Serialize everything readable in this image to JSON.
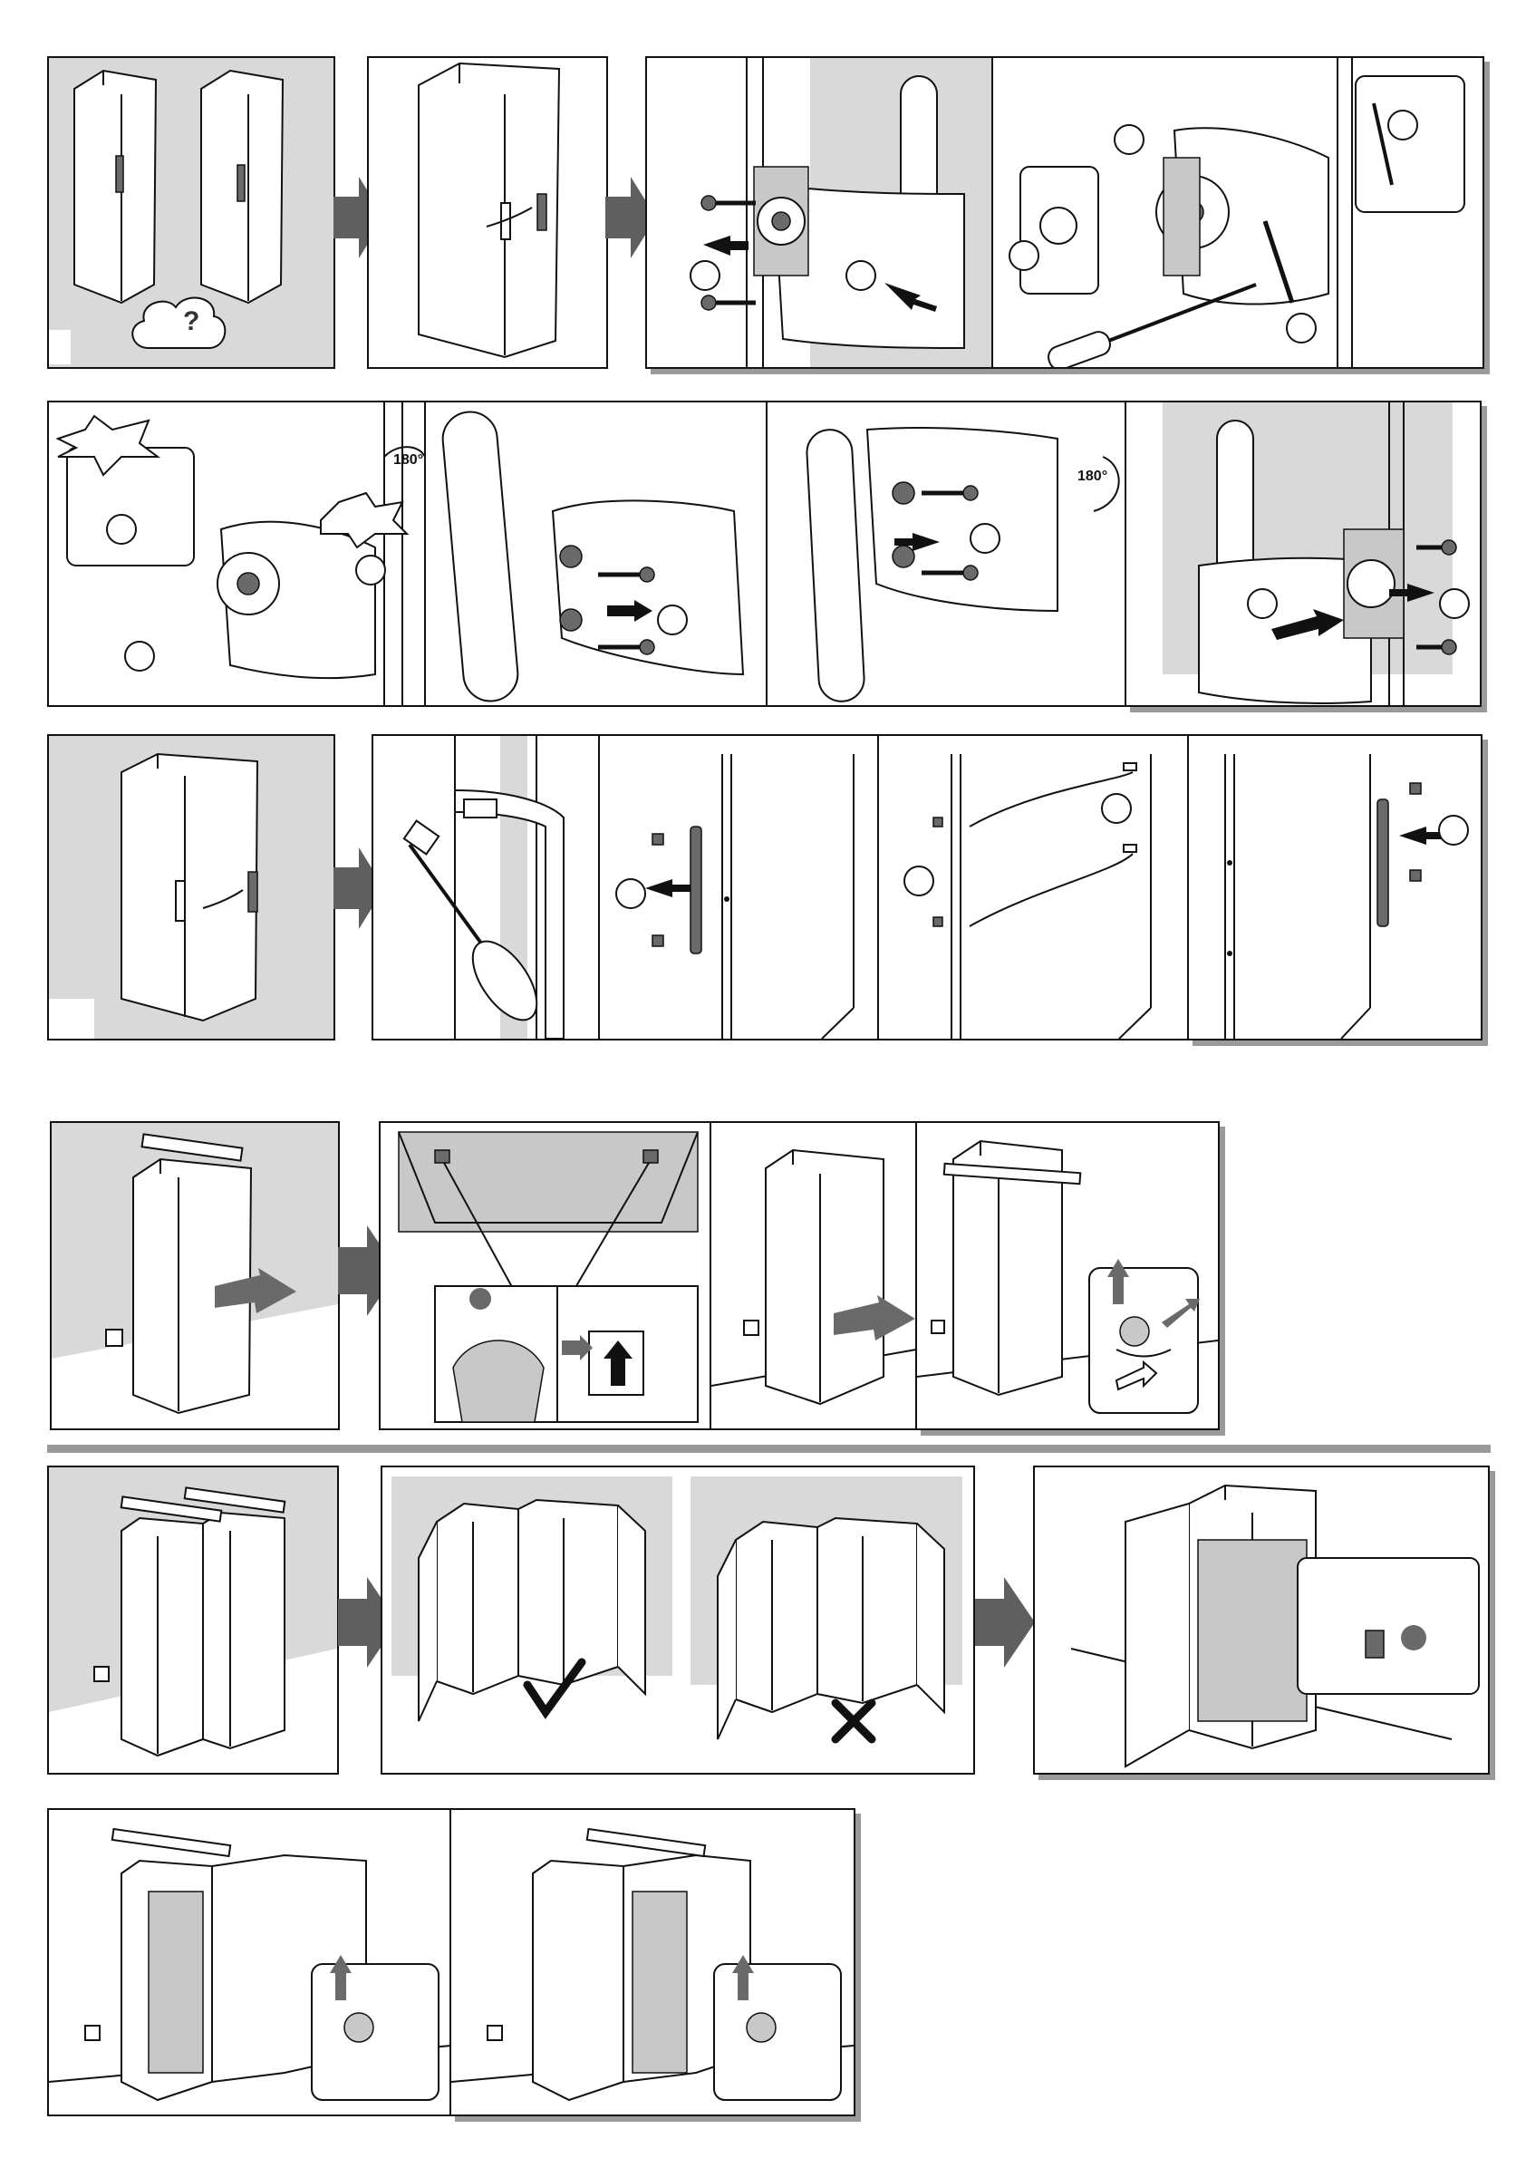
{
  "document": {
    "type": "installation-instructions",
    "text_labels": {
      "rotation_label_a": "180°",
      "rotation_label_b": "180°",
      "help_symbol": "?"
    }
  },
  "colors": {
    "panel_grey": "#d9d9d9",
    "arrow_grey": "#5f5f5f",
    "frame_shadow": "#9a9a9a",
    "divider_grey": "#9a9a9a"
  },
  "icons": {
    "step_arrow": "right-arrow-icon",
    "check": "check-icon",
    "cross": "cross-icon",
    "wrench": "wrench-icon",
    "screwdriver": "screwdriver-icon",
    "socket": "socket-icon"
  }
}
